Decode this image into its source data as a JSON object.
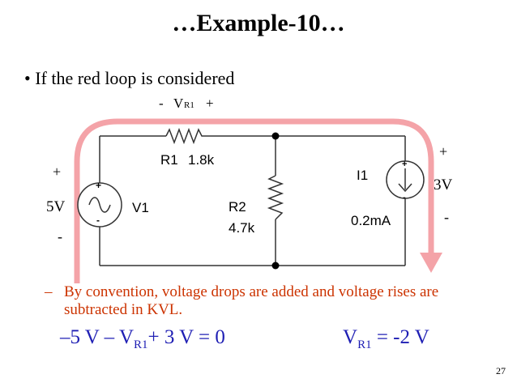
{
  "slide": {
    "title": "…Example-10…",
    "bullet": "If the red loop is considered",
    "sub_bullet_dash": "–",
    "sub_bullet": "By convention, voltage drops are added and voltage rises are subtracted in KVL.",
    "equation_kvl": {
      "a": "–5 V – V",
      "sub": "R1",
      "b": "+ 3 V = 0"
    },
    "equation_result": {
      "a": "V",
      "sub": "R1",
      "b": " = -2 V"
    },
    "page_number": "27"
  },
  "circuit": {
    "vr1_label": {
      "minus": "-",
      "v": "V",
      "sub": "R1",
      "plus": "+"
    },
    "r1": {
      "name": "R1",
      "value": "1.8k"
    },
    "r2": {
      "name": "R2",
      "value": "4.7k"
    },
    "v1": {
      "name": "V1",
      "value": "5V",
      "plus": "+",
      "minus": "-",
      "inner_plus": "+",
      "inner_minus": "-"
    },
    "i1": {
      "name": "I1",
      "value": "0.2mA",
      "inner_plus": "+",
      "inner_minus": "-"
    },
    "right_voltage": {
      "value": "3V",
      "plus": "+",
      "minus": "-"
    }
  },
  "colors": {
    "loop": "#f4a3a8",
    "text_red": "#cc3300",
    "equation": "#1f1fb4"
  }
}
